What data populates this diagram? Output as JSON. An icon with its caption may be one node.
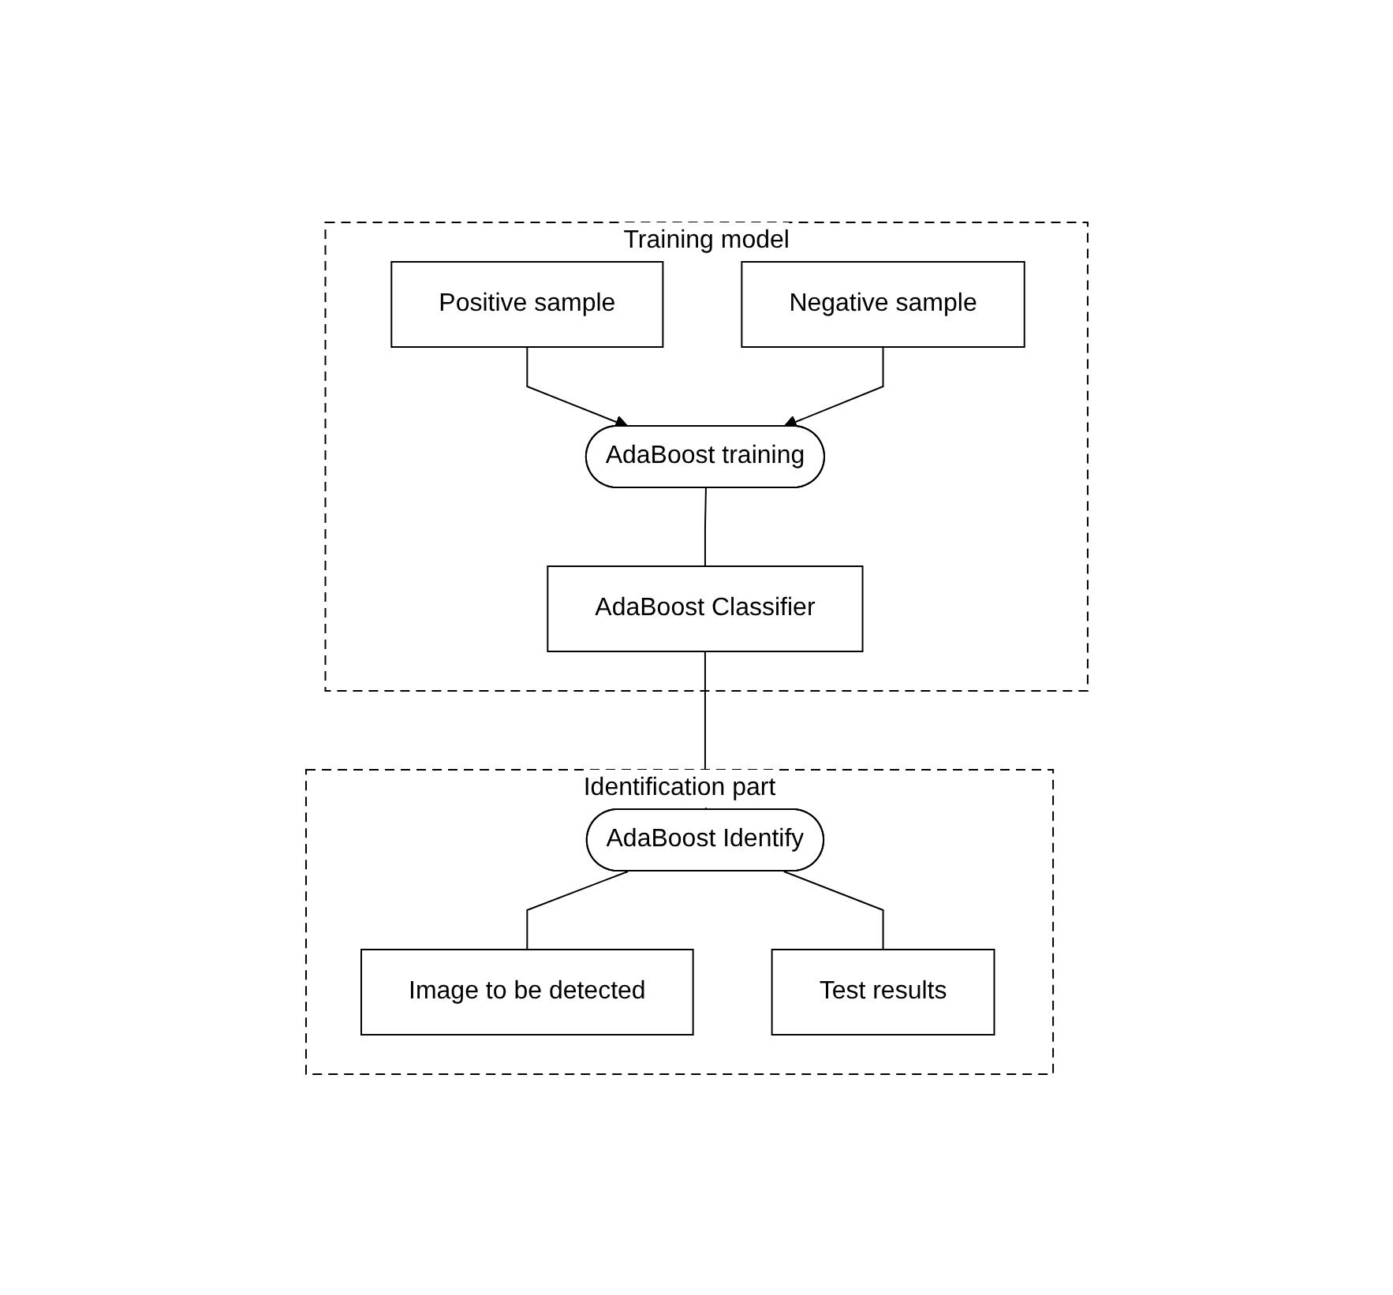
{
  "diagram": {
    "nodes": [
      {
        "text": [
          "Training model"
        ]
      },
      {
        "text": [
          "Positive sample"
        ],
        "in": 0
      },
      {
        "text": [
          "Negative sample"
        ],
        "in": 0
      },
      {
        "text": [
          "AdaBoost training"
        ],
        "in": 0
      },
      {
        "text": [
          "AdaBoost Classifier"
        ],
        "in": 0
      },
      {
        "text": [
          "Identification part"
        ]
      },
      {
        "text": [
          "AdaBoost Identify"
        ],
        "in": 5
      },
      {
        "text": [
          "Image to be detected"
        ],
        "in": 5
      },
      {
        "text": [
          "Test results"
        ],
        "in": 5
      }
    ],
    "edges": [
      {
        "from": 1,
        "to": 3,
        "arrow": "to"
      },
      {
        "from": 2,
        "to": 3,
        "arrow": "to"
      },
      {
        "from": 3,
        "to": 4,
        "arrow": "none"
      },
      {
        "from": 4,
        "to": 6,
        "arrow": "none"
      },
      {
        "from": 6,
        "to": 7,
        "arrow": "none"
      },
      {
        "from": 6,
        "to": 8,
        "arrow": "none"
      }
    ]
  }
}
